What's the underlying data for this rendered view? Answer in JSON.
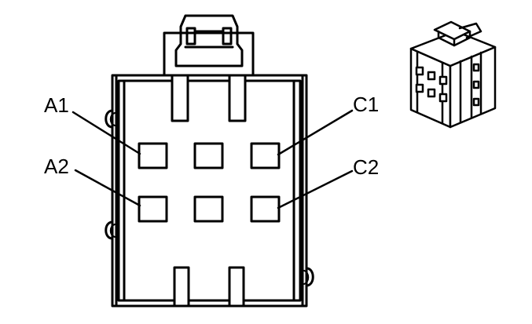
{
  "diagram": {
    "labels": {
      "a1": "A1",
      "a2": "A2",
      "c1": "C1",
      "c2": "C2"
    },
    "colors": {
      "stroke": "#000000",
      "fill": "#ffffff"
    }
  }
}
